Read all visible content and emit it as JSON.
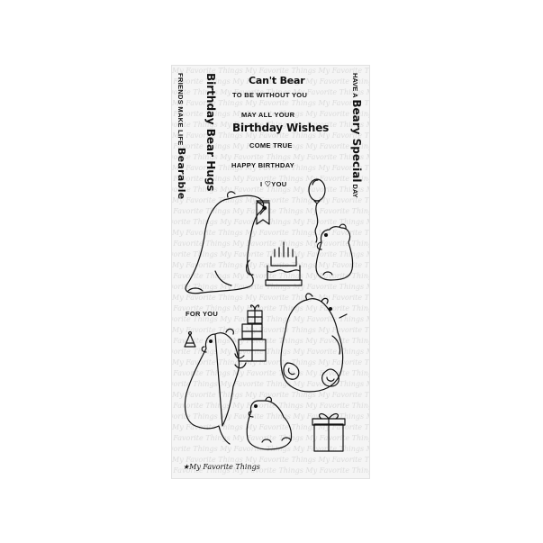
{
  "watermark_text": "My Favorite Things",
  "sentiments": {
    "cant_bear": "Can't Bear",
    "to_be_without_you": "TO BE WITHOUT YOU",
    "may_all_your": "MAY ALL YOUR",
    "birthday_wishes": "Birthday Wishes",
    "come_true": "COME TRUE",
    "happy_birthday": "HAPPY BIRTHDAY",
    "i_love_you_i": "I",
    "i_love_you_you": "YOU",
    "for_you": "FOR YOU",
    "friends_make_life": "FRIENDS MAKE LIFE",
    "bearable": "Bearable",
    "birthday_bear_hugs": "Birthday Bear Hugs",
    "have_a": "HAVE A",
    "beary_special": "Beary Special",
    "day": "DAY"
  },
  "brand": {
    "logo": "My Favorite Things"
  },
  "colors": {
    "ink": "#111111",
    "sheet": "#f5f5f5",
    "watermark": "#dcdcdc"
  },
  "icons": [
    "bear-sitting-icon",
    "bear-cub-icon",
    "balloon-icon",
    "banner-flag-icon",
    "birthday-cake-icon",
    "gift-stack-icon",
    "gift-box-icon",
    "party-hat-icon",
    "heart-icon"
  ]
}
